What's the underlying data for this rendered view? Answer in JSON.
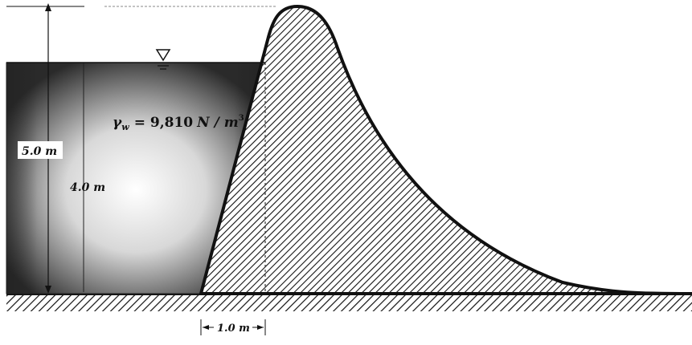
{
  "figure": {
    "total_height_label": "5.0 m",
    "water_depth_label": "4.0 m",
    "unit_weight_label": "γw = 9,810 N/m³",
    "unit_weight_symbol": "γ",
    "unit_weight_subscript": "w",
    "unit_weight_value": "= 9,810",
    "unit_weight_units": "N / m",
    "unit_weight_exponent": "3",
    "base_offset_label": "1.0 m"
  },
  "colors": {
    "water_dark": "#2a2a2a",
    "water_light": "#ffffff",
    "outline": "#111111",
    "hatch": "#111111",
    "background": "#ffffff"
  },
  "icons": {
    "water_surface_marker": "inverted-triangle-icon"
  }
}
